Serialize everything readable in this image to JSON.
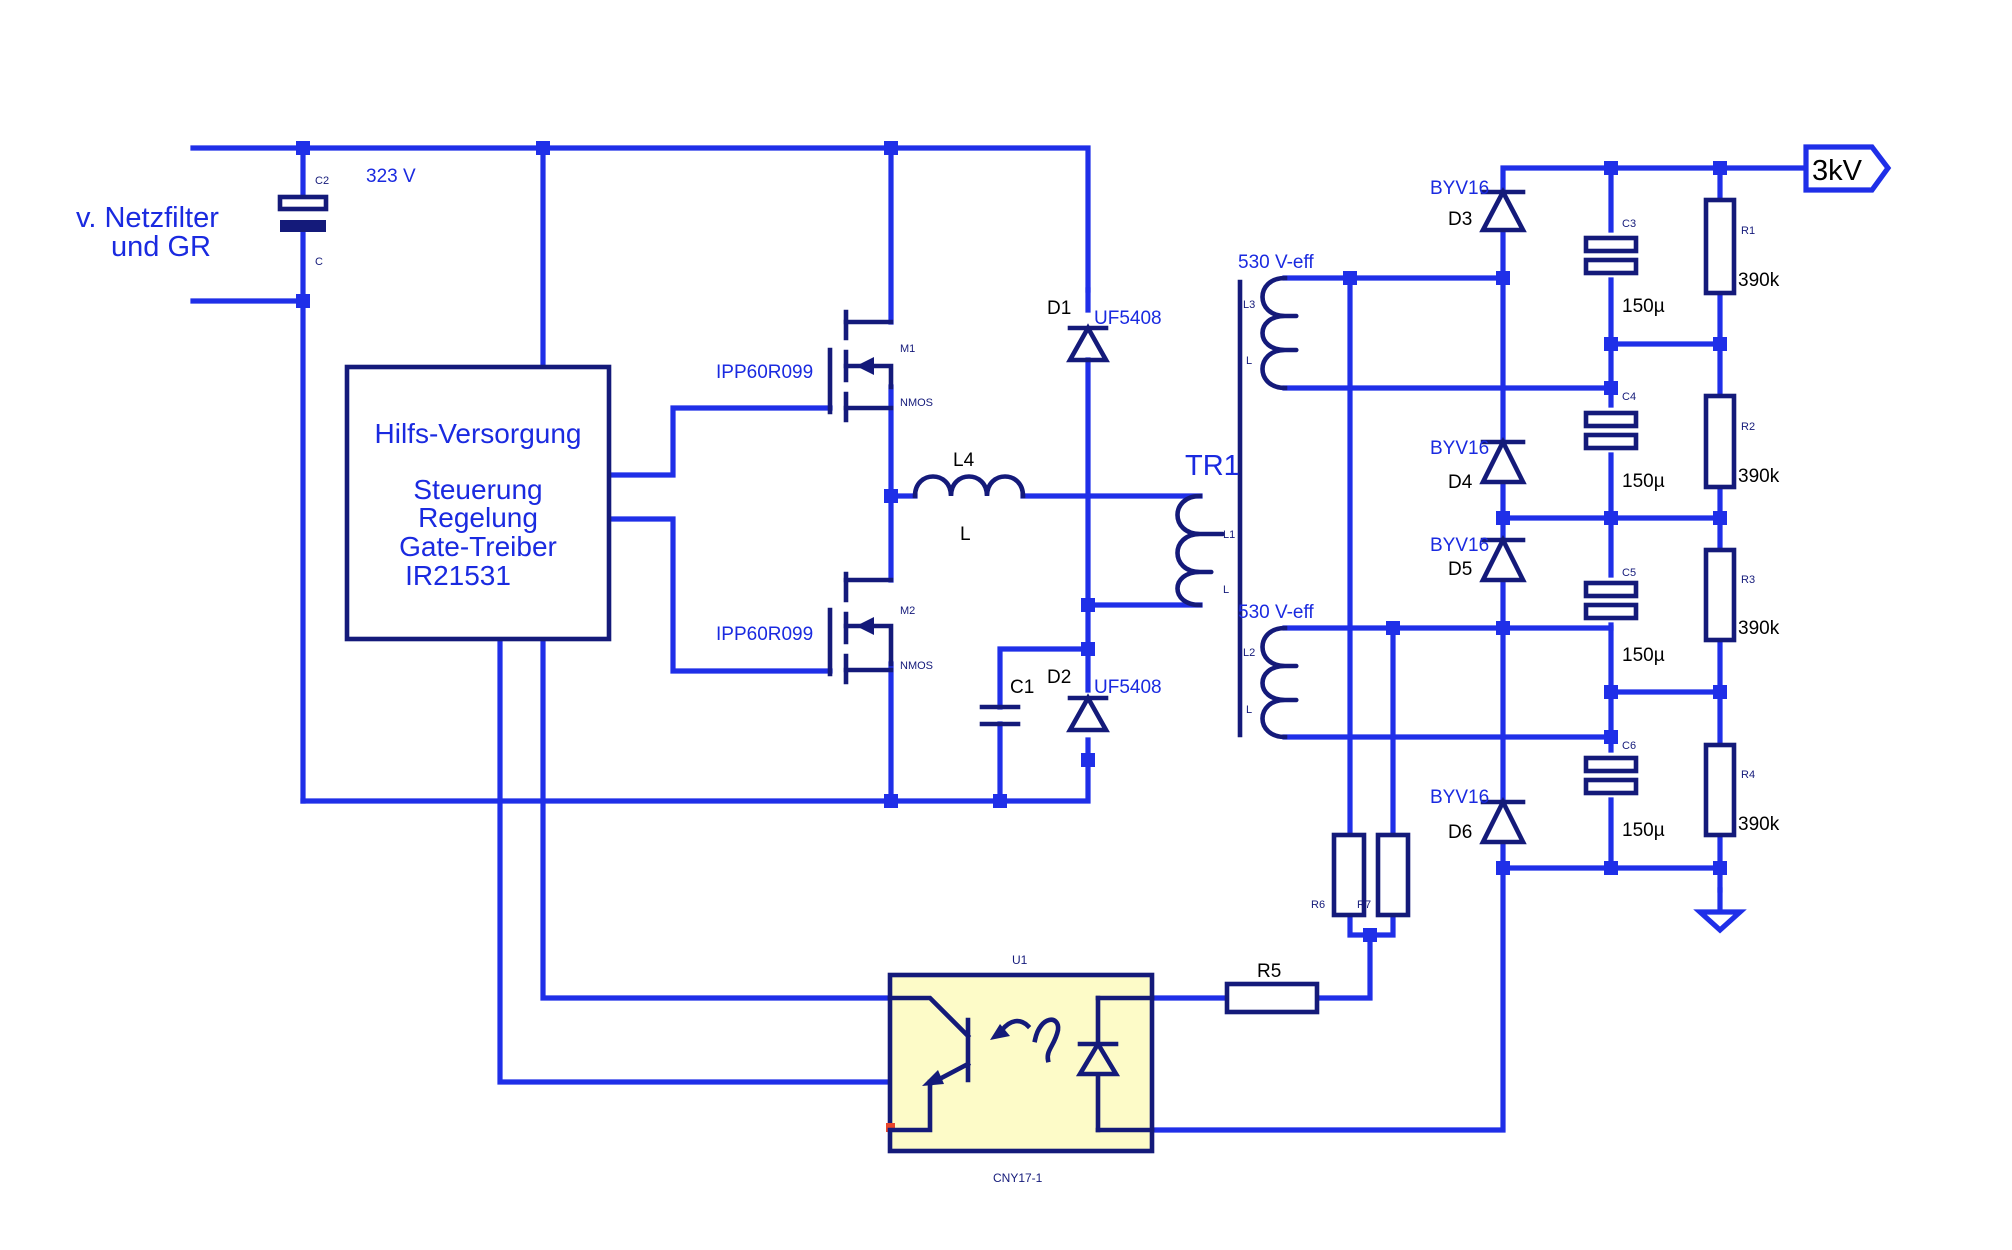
{
  "input": {
    "line1": "v. Netzfilter",
    "line2": "und GR",
    "voltage": "323 V"
  },
  "control_block": {
    "line1": "Hilfs-Versorgung",
    "line2": "Steuerung",
    "line3": "Regelung",
    "line4": "Gate-Treiber",
    "line5": "IR21531"
  },
  "components": {
    "C2": {
      "ref": "C2",
      "type": "C"
    },
    "M1": {
      "ref": "M1",
      "part": "IPP60R099",
      "type": "NMOS"
    },
    "M2": {
      "ref": "M2",
      "part": "IPP60R099",
      "type": "NMOS"
    },
    "L4": {
      "ref": "L4",
      "type": "L"
    },
    "D1": {
      "ref": "D1",
      "part": "UF5408"
    },
    "D2": {
      "ref": "D2",
      "part": "UF5408"
    },
    "C1": {
      "ref": "C1"
    },
    "TR1": {
      "ref": "TR1",
      "l1": "L1",
      "l2": "L2",
      "l3": "L3",
      "l": "L",
      "winding_voltage": "530 V-eff"
    },
    "D3": {
      "ref": "D3",
      "part": "BYV16"
    },
    "D4": {
      "ref": "D4",
      "part": "BYV16"
    },
    "D5": {
      "ref": "D5",
      "part": "BYV16"
    },
    "D6": {
      "ref": "D6",
      "part": "BYV16"
    },
    "C3": {
      "ref": "C3",
      "value": "150µ"
    },
    "C4": {
      "ref": "C4",
      "value": "150µ"
    },
    "C5": {
      "ref": "C5",
      "value": "150µ"
    },
    "C6": {
      "ref": "C6",
      "value": "150µ"
    },
    "R1": {
      "ref": "R1",
      "value": "390k"
    },
    "R2": {
      "ref": "R2",
      "value": "390k"
    },
    "R3": {
      "ref": "R3",
      "value": "390k"
    },
    "R4": {
      "ref": "R4",
      "value": "390k"
    },
    "R5": {
      "ref": "R5"
    },
    "R6": {
      "ref": "R6"
    },
    "R7": {
      "ref": "R7"
    },
    "U1": {
      "ref": "U1",
      "part": "CNY17-1"
    }
  },
  "output": {
    "label": "3kV"
  },
  "colors": {
    "wire": "#1f2fe8",
    "symbol": "#141a7a",
    "optocoupler_fill": "#fdfbc8",
    "pin_marker": "#e8452a"
  }
}
